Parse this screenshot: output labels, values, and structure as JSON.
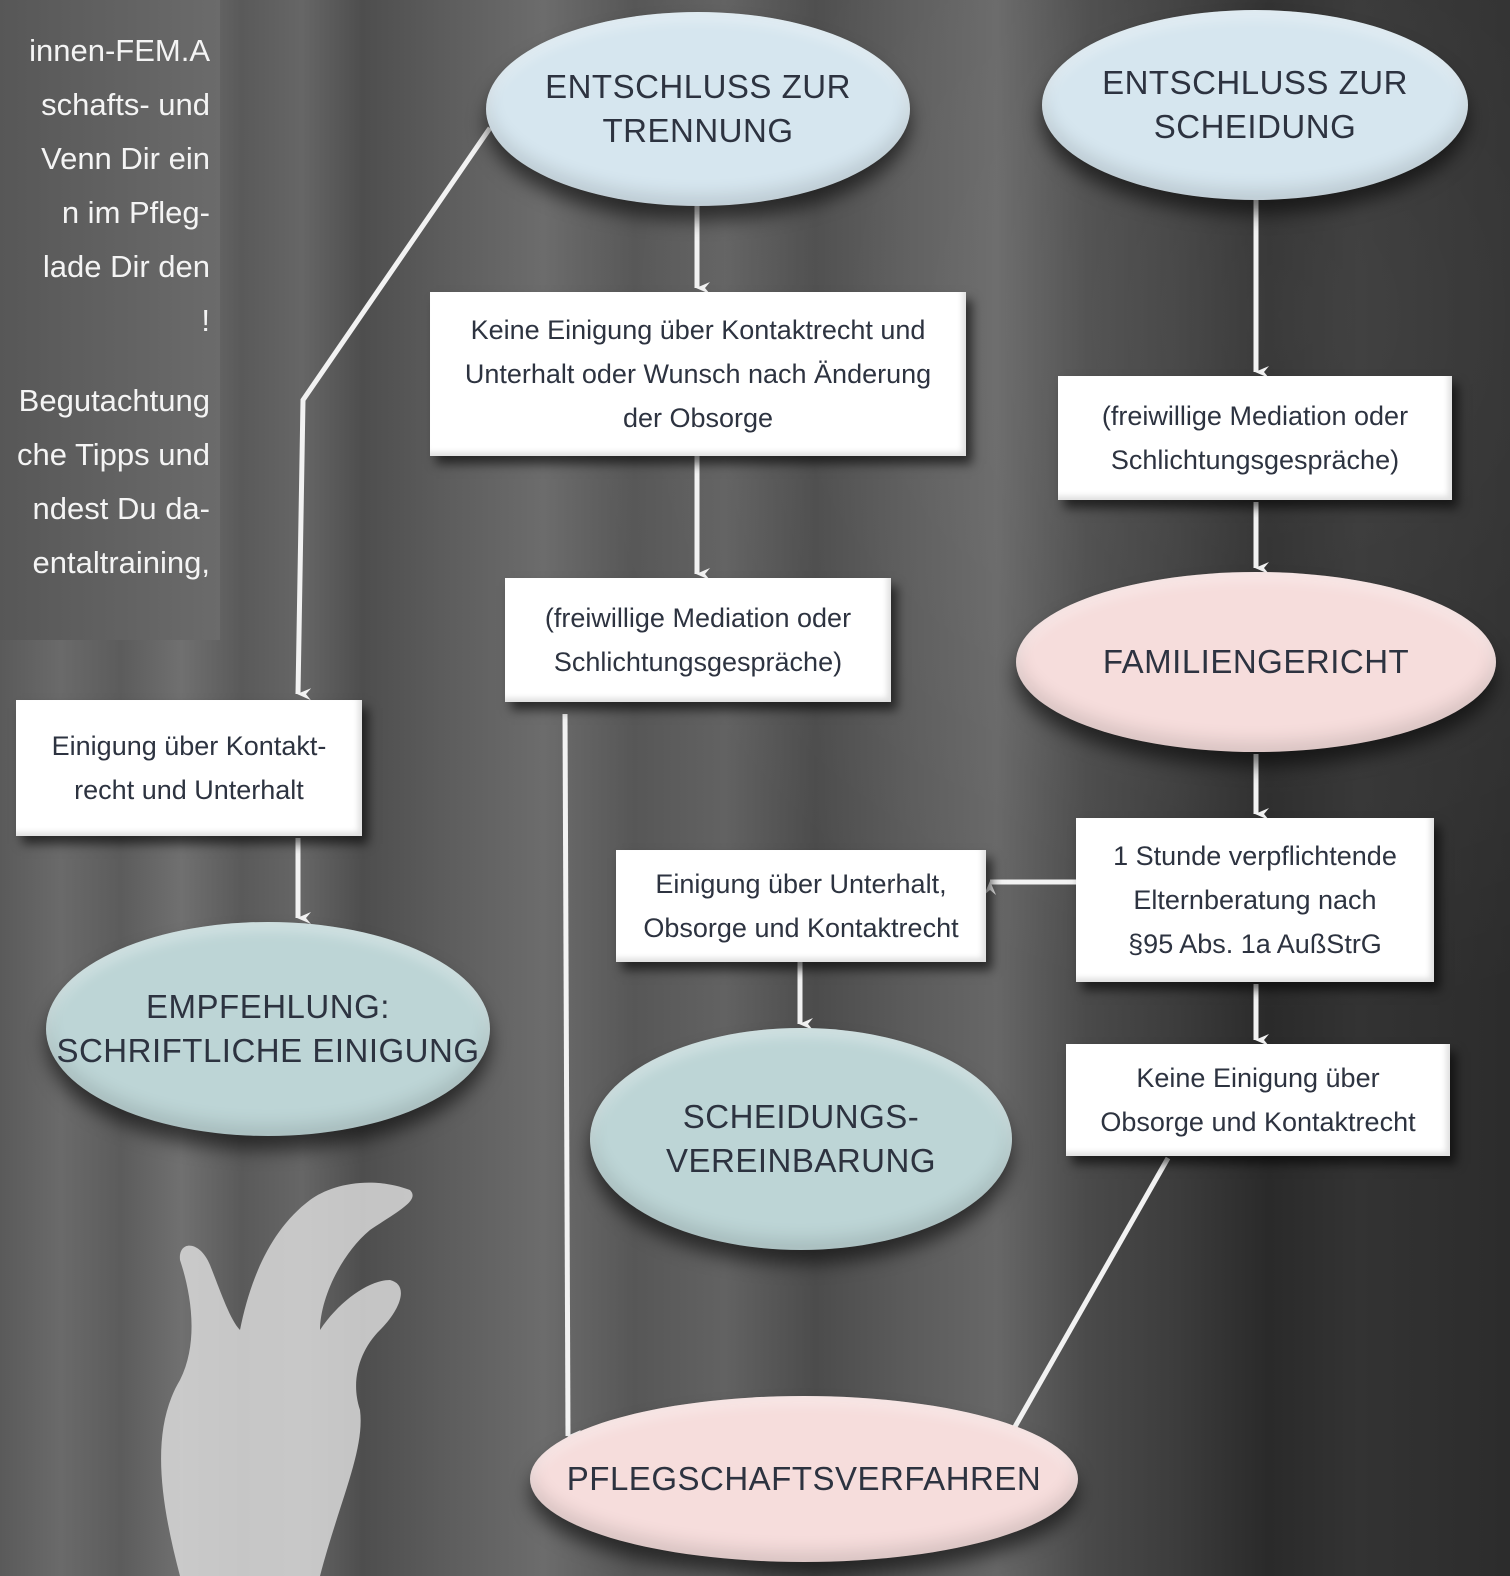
{
  "intro_text_lines": [
    "innen-FEM.A",
    "schafts- und",
    "Venn Dir ein",
    "n im Pfleg-",
    "lade Dir den",
    "!",
    "",
    "Begutachtung",
    "che Tipps und",
    "ndest Du da-",
    "entaltraining,"
  ],
  "nodes": {
    "trennung": "ENTSCHLUSS ZUR\nTRENNUNG",
    "scheidung": "ENTSCHLUSS ZUR\nSCHEIDUNG",
    "keine_einigung_kontakt": "Keine Einigung über Kontaktrecht und\nUnterhalt oder Wunsch nach Änderung\nder Obsorge",
    "mediation_left": "(freiwillige Mediation oder\nSchlichtungsgespräche)",
    "mediation_right": "(freiwillige Mediation oder\nSchlichtungsgespräche)",
    "familiengericht": "FAMILIENGERICHT",
    "einigung_kontakt": "Einigung über Kontakt-\nrecht und Unterhalt",
    "empfehlung": "EMPFEHLUNG:\nSCHRIFTLICHE EINIGUNG",
    "elternberatung": "1 Stunde verpflichtende\nElternberatung nach\n§95 Abs. 1a AußStrG",
    "einigung_unterhalt": "Einigung über Unterhalt,\nObsorge und Kontaktrecht",
    "scheidungsvereinbarung": "SCHEIDUNGS-\nVEREINBARUNG",
    "keine_einigung_obsorge": "Keine Einigung über\nObsorge und Kontaktrecht",
    "pflegschaftsverfahren": "PFLEGSCHAFTSVERFAHREN"
  },
  "colors": {
    "start_ellipse": "#d6e6ef",
    "court_ellipse": "#f6dddc",
    "agreement_ellipse": "#bdd5d6",
    "box": "#ffffff",
    "arrow": "#f2f2f2"
  }
}
